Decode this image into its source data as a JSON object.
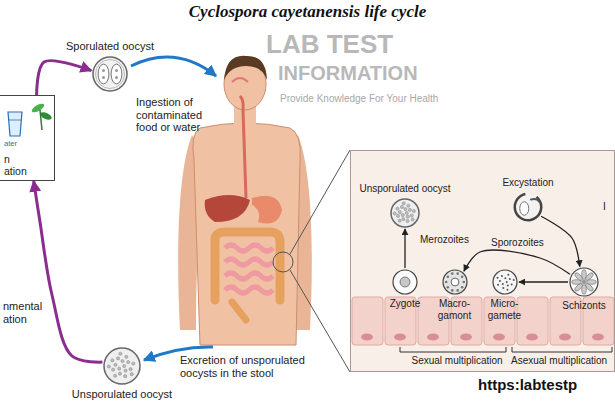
{
  "diagram": {
    "title": "Cyclospora cayetanensis life cycle",
    "nodes": [
      {
        "text": [
          "Sporulated oocyst"
        ]
      },
      {
        "text": [
          "ater",
          "n ation"
        ]
      },
      {
        "text": [
          "Unsporulated oocyst"
        ]
      },
      {
        "text": [
          "Sexual multiplication",
          "Asexual multiplication"
        ]
      },
      {
        "text": [
          "Unsporulated oocyst"
        ],
        "in": 3
      },
      {
        "text": [
          "Excystation"
        ],
        "in": 3
      },
      {
        "text": [
          "Zygote"
        ],
        "in": 3
      },
      {
        "text": [
          "Macro- gamont"
        ],
        "in": 3
      },
      {
        "text": [
          "Micro- gamete"
        ],
        "in": 3
      },
      {
        "text": [
          "Schizonts"
        ],
        "in": 3
      }
    ],
    "edges": [
      {
        "from": 1,
        "to": 0,
        "arrow": "to"
      },
      {
        "from": 2,
        "to": 1,
        "arrow": "to"
      },
      {
        "from": 9,
        "to": 7,
        "arrow": "to"
      },
      {
        "from": 9,
        "to": 8,
        "arrow": "to"
      },
      {
        "from": 6,
        "to": 4,
        "arrow": "to"
      },
      {
        "from": 5,
        "to": 9,
        "arrow": "to"
      }
    ],
    "labels": [
      "Ingestion of contaminated food or water",
      "Excretion of unsporulated oocysts in the stool",
      "nmental ation",
      "Merozoites",
      "Sporozoites",
      "I",
      "LAB TEST",
      "INFORMATION",
      "Provide Knowledge For Your Health",
      "https:labtestp"
    ]
  }
}
